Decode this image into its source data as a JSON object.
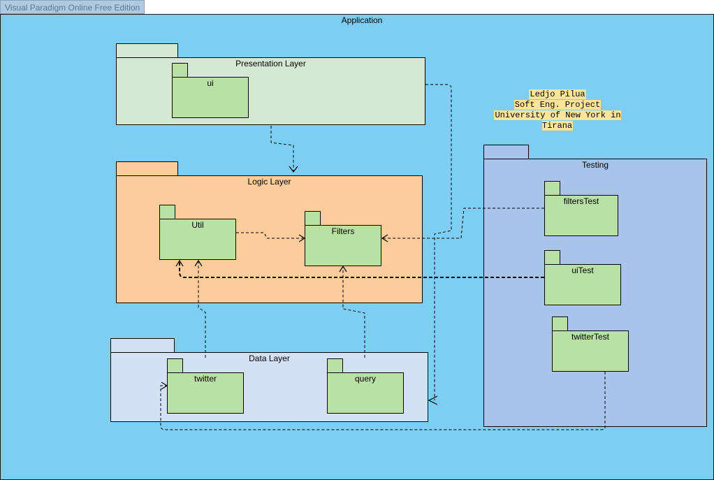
{
  "watermark": "Visual Paradigm Online Free Edition",
  "frame_title": "Application",
  "packages": {
    "presentation": {
      "label": "Presentation Layer",
      "color": "#d5e8d4"
    },
    "logic": {
      "label": "Logic Layer",
      "color": "#fccc9c"
    },
    "data": {
      "label": "Data Layer",
      "color": "#d4e1f5"
    },
    "testing": {
      "label": "Testing",
      "color": "#a9c4eb"
    }
  },
  "subpackages": {
    "ui": "ui",
    "util": "Util",
    "filters": "Filters",
    "twitter": "twitter",
    "query": "query",
    "filters_test": "filtersTest",
    "ui_test": "uiTest",
    "twitter_test": "twitterTest"
  },
  "subpackage_color": "#b9e0a5",
  "note": {
    "line1": "Ledjo Pilua",
    "line2": "Soft Eng. Project",
    "line3": "University of New York in Tirana",
    "highlight_color": "#fce49b"
  }
}
